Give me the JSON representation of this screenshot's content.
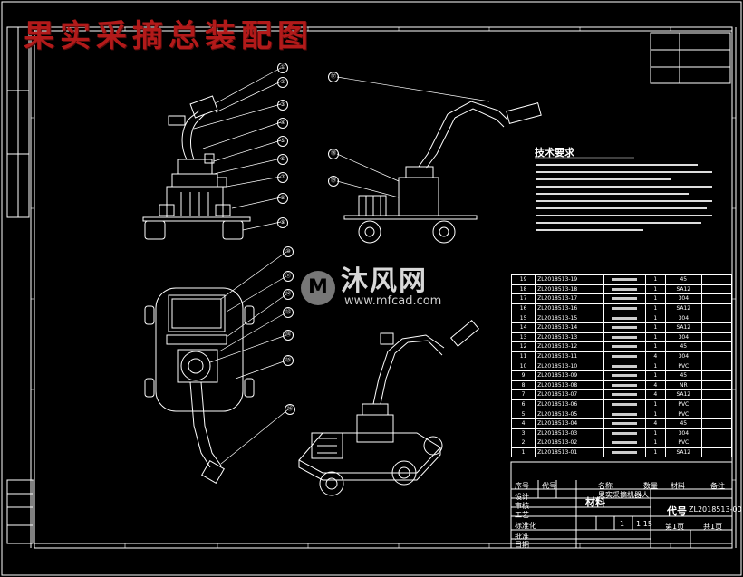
{
  "overlay_title": "果实采摘总装配图",
  "tech_requirements": {
    "heading": "技术要求"
  },
  "watermark": {
    "logo": "M",
    "name": "沐风网",
    "url": "www.mfcad.com"
  },
  "callouts": [
    "①",
    "②",
    "③",
    "④",
    "⑤",
    "⑥",
    "⑦",
    "⑧",
    "⑨",
    "⑩",
    "⑪",
    "⑫",
    "⑬",
    "⑭",
    "⑮",
    "⑯",
    "⑰",
    "⑱",
    "⑲"
  ],
  "bom": {
    "rows": [
      {
        "no": "19",
        "code": "ZL2018513-19",
        "qty": "1",
        "mat": "45"
      },
      {
        "no": "18",
        "code": "ZL2018513-18",
        "qty": "1",
        "mat": "SA12"
      },
      {
        "no": "17",
        "code": "ZL2018513-17",
        "qty": "1",
        "mat": "304"
      },
      {
        "no": "16",
        "code": "ZL2018513-16",
        "qty": "1",
        "mat": "SA12"
      },
      {
        "no": "15",
        "code": "ZL2018513-15",
        "qty": "1",
        "mat": "304"
      },
      {
        "no": "14",
        "code": "ZL2018513-14",
        "qty": "1",
        "mat": "SA12"
      },
      {
        "no": "13",
        "code": "ZL2018513-13",
        "qty": "1",
        "mat": "304"
      },
      {
        "no": "12",
        "code": "ZL2018513-12",
        "qty": "1",
        "mat": "45"
      },
      {
        "no": "11",
        "code": "ZL2018513-11",
        "qty": "4",
        "mat": "304"
      },
      {
        "no": "10",
        "code": "ZL2018513-10",
        "qty": "1",
        "mat": "PVC"
      },
      {
        "no": "9",
        "code": "ZL2018513-09",
        "qty": "1",
        "mat": "45"
      },
      {
        "no": "8",
        "code": "ZL2018513-08",
        "qty": "4",
        "mat": "NR"
      },
      {
        "no": "7",
        "code": "ZL2018513-07",
        "qty": "4",
        "mat": "SA12"
      },
      {
        "no": "6",
        "code": "ZL2018513-06",
        "qty": "1",
        "mat": "PVC"
      },
      {
        "no": "5",
        "code": "ZL2018513-05",
        "qty": "1",
        "mat": "PVC"
      },
      {
        "no": "4",
        "code": "ZL2018513-04",
        "qty": "4",
        "mat": "45"
      },
      {
        "no": "3",
        "code": "ZL2018513-03",
        "qty": "1",
        "mat": "304"
      },
      {
        "no": "2",
        "code": "ZL2018513-02",
        "qty": "1",
        "mat": "PVC"
      },
      {
        "no": "1",
        "code": "ZL2018513-01",
        "qty": "1",
        "mat": "SA12"
      }
    ],
    "header": {
      "no": "序号",
      "code": "代号",
      "name": "名称",
      "qty": "数量",
      "mat": "材料",
      "note": "备注"
    }
  },
  "title_block": {
    "product_name": "果实采摘机器人",
    "label_code": "代号",
    "drawing_no": "ZL2018513-00",
    "label_material": "材料",
    "count": "1",
    "scale": "1:15",
    "sheet": "第1页",
    "sheets_total": "共1页",
    "design": "设计",
    "check": "审核",
    "process": "工艺",
    "standard": "标准化",
    "approve": "批准",
    "date": "日期"
  }
}
